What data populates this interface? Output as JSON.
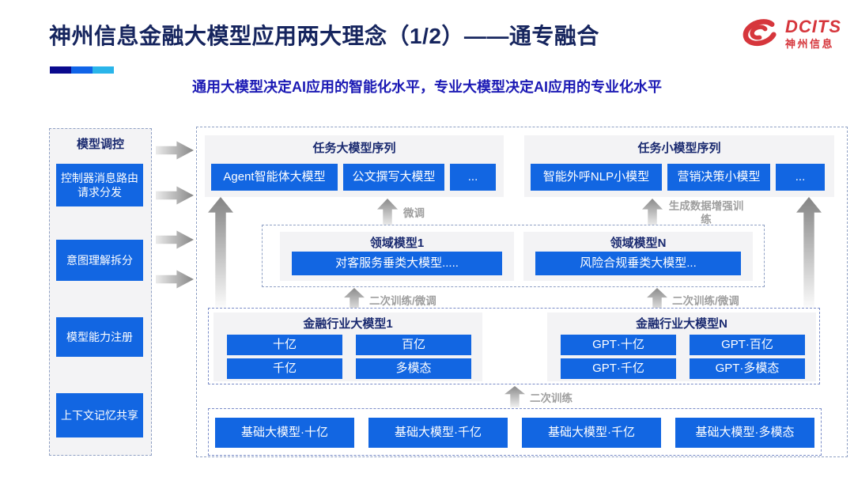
{
  "slide": {
    "title": "神州信息金融大模型应用两大理念（1/2）——通专融合",
    "subtitle": "通用大模型决定AI应用的智能化水平，专业大模型决定AI应用的专业化水平"
  },
  "logo": {
    "brand": "DCITS",
    "caption": "神州信息"
  },
  "colors": {
    "accent_blue": "#1266e2",
    "title_navy": "#16255e",
    "subtitle_blue": "#1b19b4",
    "logo_red": "#d6363c",
    "bar_segments": [
      "#0a0a8e",
      "#1064e8",
      "#2ab5ea"
    ]
  },
  "sidebar": {
    "title": "模型调控",
    "items": [
      {
        "label": "控制器消息路由请求分发"
      },
      {
        "label": "意图理解拆分"
      },
      {
        "label": "模型能力注册"
      },
      {
        "label": "上下文记忆共享"
      }
    ]
  },
  "task_large_models": {
    "title": "任务大模型序列",
    "items": [
      "Agent智能体大模型",
      "公文撰写大模型",
      "..."
    ]
  },
  "task_small_models": {
    "title": "任务小模型序列",
    "items": [
      "智能外呼NLP小模型",
      "营销决策小模型",
      "..."
    ]
  },
  "arrow_labels": {
    "fine_tune": "微调",
    "gen_data_training": "生成数据增强训练",
    "retrain_finetune_left": "二次训练/微调",
    "retrain_finetune_right": "二次训练/微调",
    "retrain": "二次训练"
  },
  "domain_models": {
    "left": {
      "title": "领域模型1",
      "model": "对客服务垂类大模型....."
    },
    "right": {
      "title": "领域模型N",
      "model": "风险合规垂类大模型..."
    }
  },
  "industry_models": {
    "left": {
      "title": "金融行业大模型1",
      "items": [
        "十亿",
        "百亿",
        "千亿",
        "多模态"
      ]
    },
    "right": {
      "title": "金融行业大模型N",
      "items": [
        "GPT·十亿",
        "GPT·百亿",
        "GPT·千亿",
        "GPT·多模态"
      ]
    }
  },
  "foundation_models": {
    "items": [
      "基础大模型·十亿",
      "基础大模型·千亿",
      "基础大模型·千亿",
      "基础大模型·多模态"
    ]
  }
}
